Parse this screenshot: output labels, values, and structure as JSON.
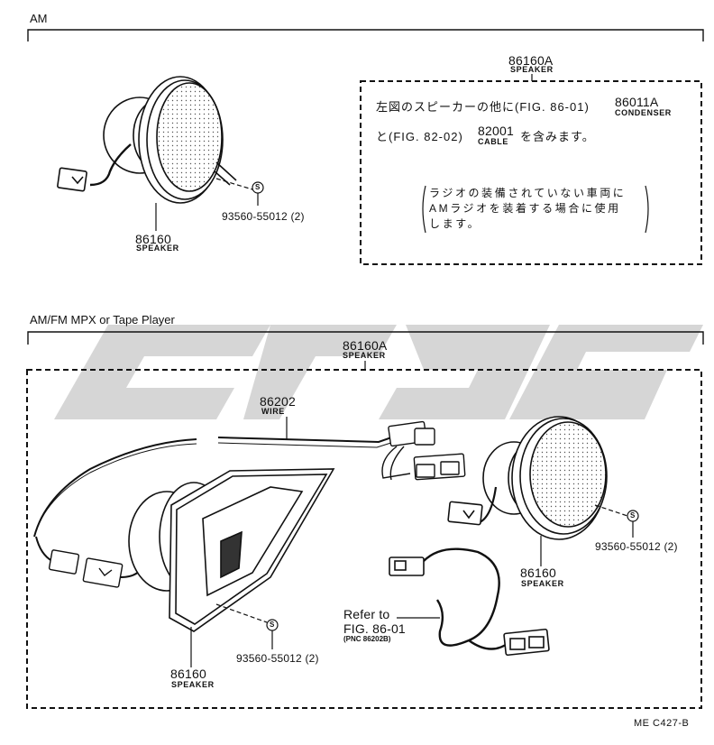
{
  "sections": {
    "am": "AM",
    "amfm": "AM/FM MPX or Tape Player"
  },
  "am_section": {
    "assembly": {
      "part_no": "86160A",
      "name": "SPEAKER"
    },
    "speaker": {
      "part_no": "86160",
      "name": "SPEAKER"
    },
    "screw": {
      "symbol": "S",
      "part_no": "93560-55012 (2)"
    },
    "note": {
      "line1_prefix": "左図のスピーカーの他に(FIG. 86-01)",
      "condenser_no": "86011A",
      "condenser_name": "CONDENSER",
      "line2_prefix": "と(FIG. 82-02)",
      "cable_no": "82001",
      "cable_name": "CABLE",
      "line2_suffix": "を含みます。",
      "paren_line1": "ラジオの装備されていない車両に",
      "paren_line2": "AMラジオを装着する場合に使用",
      "paren_line3": "します。"
    }
  },
  "amfm_section": {
    "assembly": {
      "part_no": "86160A",
      "name": "SPEAKER"
    },
    "wire": {
      "part_no": "86202",
      "name": "WIRE"
    },
    "speaker_right": {
      "part_no": "86160",
      "name": "SPEAKER"
    },
    "screw_right": {
      "symbol": "S",
      "part_no": "93560-55012 (2)"
    },
    "speaker_left": {
      "part_no": "86160",
      "name": "SPEAKER"
    },
    "screw_left": {
      "symbol": "S",
      "part_no": "93560-55012 (2)"
    },
    "refer": {
      "line1": "Refer to",
      "line2": "FIG. 86-01",
      "line3": "(PNC 86202B)"
    }
  },
  "footer": {
    "code": "ME  C427-B"
  },
  "colors": {
    "ink": "#111111",
    "watermark": "#cfcfcf"
  }
}
